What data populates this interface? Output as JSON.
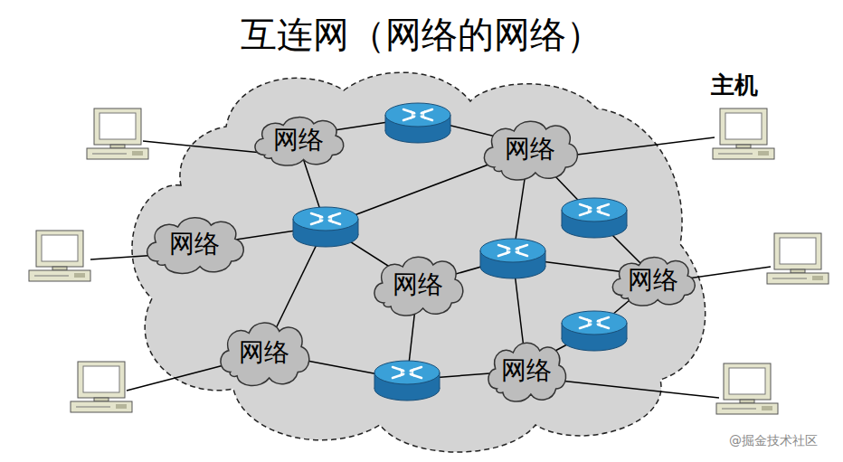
{
  "diagram": {
    "title": "互连网（网络的网络）",
    "nodes": [
      {
        "text": [
          "网络"
        ]
      },
      {
        "text": [
          "网络"
        ]
      },
      {
        "text": [
          "网络"
        ]
      },
      {
        "text": [
          "网络"
        ]
      },
      {
        "text": [
          "网络"
        ]
      },
      {
        "text": [
          "网络"
        ]
      },
      {
        "text": [
          "网络"
        ]
      }
    ],
    "labels": [
      "主机",
      "@掘金技术社区"
    ]
  }
}
